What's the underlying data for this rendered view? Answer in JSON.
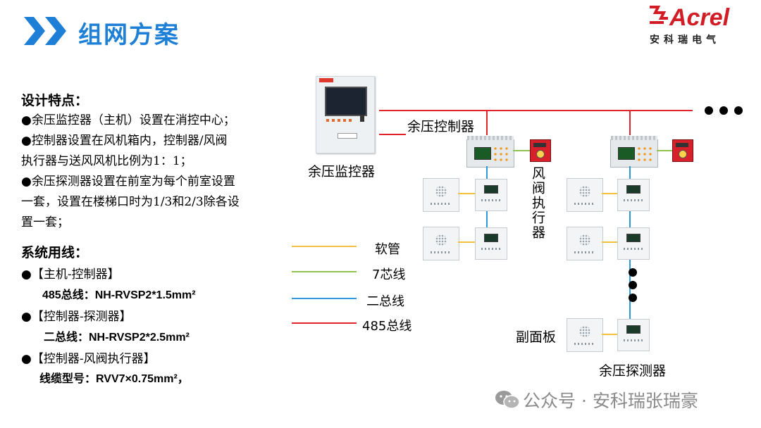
{
  "header": {
    "title": "组网方案",
    "logo_word": "Acrel",
    "logo_sub": "安科瑞电气"
  },
  "left": {
    "features_heading": "设计特点：",
    "features": [
      "●余压监控器（主机）设置在消控中心；",
      "●控制器设置在风机箱内，控制器/风阀",
      "执行器与送风风机比例为1：1；",
      "●余压探测器设置在前室为每个前室设置",
      "一套，设置在楼梯口时为1/3和2/3除各设",
      "置一套；"
    ],
    "wiring_heading": "系统用线：",
    "wiring": [
      {
        "item": "●【主机-控制器】",
        "spec": "485总线：NH-RVSP2*1.5mm²"
      },
      {
        "item": "●【控制器-探测器】",
        "spec": "二总线：NH-RVSP2*2.5mm²"
      },
      {
        "item": "●【控制器-风阀执行器】",
        "spec": "线缆型号：RVV7×0.75mm²，"
      }
    ]
  },
  "diagram": {
    "host_label": "余压监控器",
    "controller_label": "余压控制器",
    "damper_label": "风阀执行器",
    "sub_panel_label": "副面板",
    "detector_label": "余压探测器",
    "legend": [
      {
        "label": "软管",
        "color": "#f3c13c"
      },
      {
        "label": "7芯线",
        "color": "#8ec44e"
      },
      {
        "label": "二总线",
        "color": "#2b9ad6"
      },
      {
        "label": "485总线",
        "color": "#e0262b"
      }
    ]
  },
  "watermark": "公众号 · 安科瑞张瑞豪",
  "colors": {
    "title_blue": "#1e7fd6",
    "brand_red": "#d21d26"
  }
}
